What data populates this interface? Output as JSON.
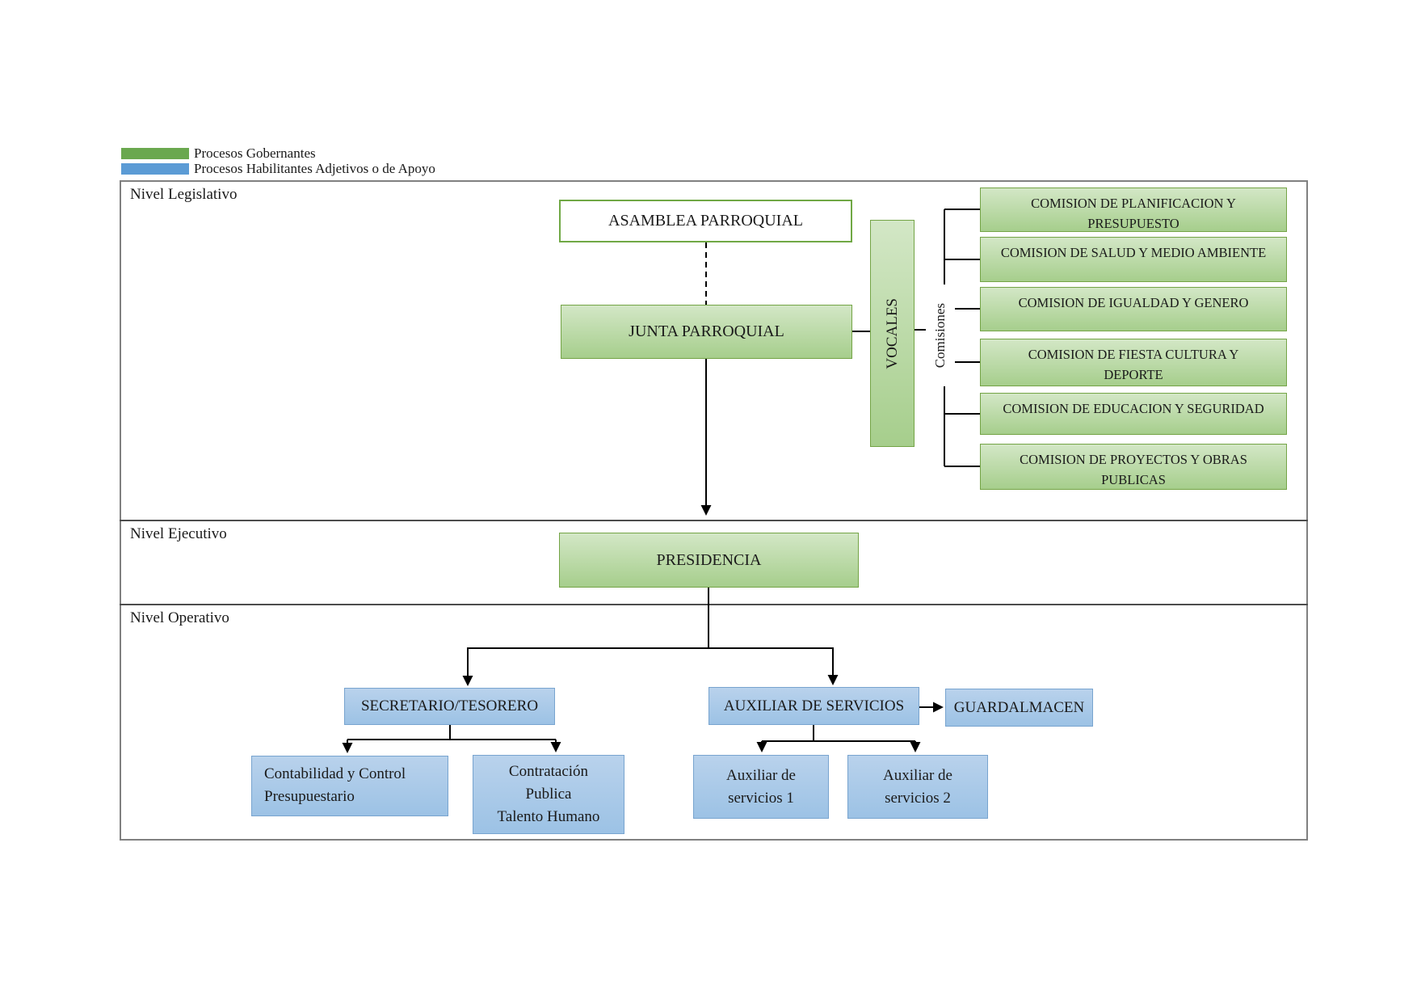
{
  "legend": {
    "items": [
      {
        "label": "Procesos Gobernantes",
        "color": "#6aa84f"
      },
      {
        "label": "Procesos Habilitantes Adjetivos o de Apoyo",
        "color": "#5b9bd5"
      }
    ]
  },
  "sections": {
    "legislativo": "Nivel Legislativo",
    "ejecutivo": "Nivel Ejecutivo",
    "operativo": "Nivel Operativo"
  },
  "nodes": {
    "asamblea": {
      "label": "ASAMBLEA PARROQUIAL"
    },
    "junta": {
      "label": "JUNTA PARROQUIAL"
    },
    "vocales": {
      "label": "VOCALES"
    },
    "comisiones_connector": {
      "label": "Comisiones"
    },
    "presidencia": {
      "label": "PRESIDENCIA"
    },
    "secretario": {
      "label": "SECRETARIO/TESORERO"
    },
    "auxiliar": {
      "label": "AUXILIAR DE SERVICIOS"
    },
    "guardalmacen": {
      "label": "GUARDALMACEN"
    },
    "contabilidad": {
      "lines": [
        "Contabilidad y Control",
        "Presupuestario"
      ]
    },
    "contratacion": {
      "lines": [
        "Contratación",
        "Publica",
        "Talento Humano"
      ]
    },
    "auxiliar1": {
      "lines": [
        "Auxiliar de",
        "servicios 1"
      ]
    },
    "auxiliar2": {
      "lines": [
        "Auxiliar de",
        "servicios 2"
      ]
    }
  },
  "comisiones": [
    {
      "lines": [
        "COMISION DE PLANIFICACION Y",
        "PRESUPUESTO"
      ]
    },
    {
      "lines": [
        "COMISION DE SALUD Y MEDIO AMBIENTE"
      ]
    },
    {
      "lines": [
        "COMISION DE IGUALDAD Y GENERO"
      ]
    },
    {
      "lines": [
        "COMISION DE FIESTA CULTURA Y",
        "DEPORTE"
      ]
    },
    {
      "lines": [
        "COMISION DE EDUCACION Y SEGURIDAD"
      ]
    },
    {
      "lines": [
        "COMISION DE PROYECTOS Y OBRAS",
        "PUBLICAS"
      ]
    }
  ],
  "colors": {
    "green_fill_top": "#d3e7c6",
    "green_fill_bottom": "#a6ce8c",
    "green_border": "#74a446",
    "blue_fill_top": "#b9d2ec",
    "blue_fill_bottom": "#9cc2e5",
    "blue_border": "#78a4cf",
    "legend_green": "#6aa84f",
    "legend_blue": "#5b9bd5",
    "connector": "#000000",
    "frame_border": "#808080"
  }
}
